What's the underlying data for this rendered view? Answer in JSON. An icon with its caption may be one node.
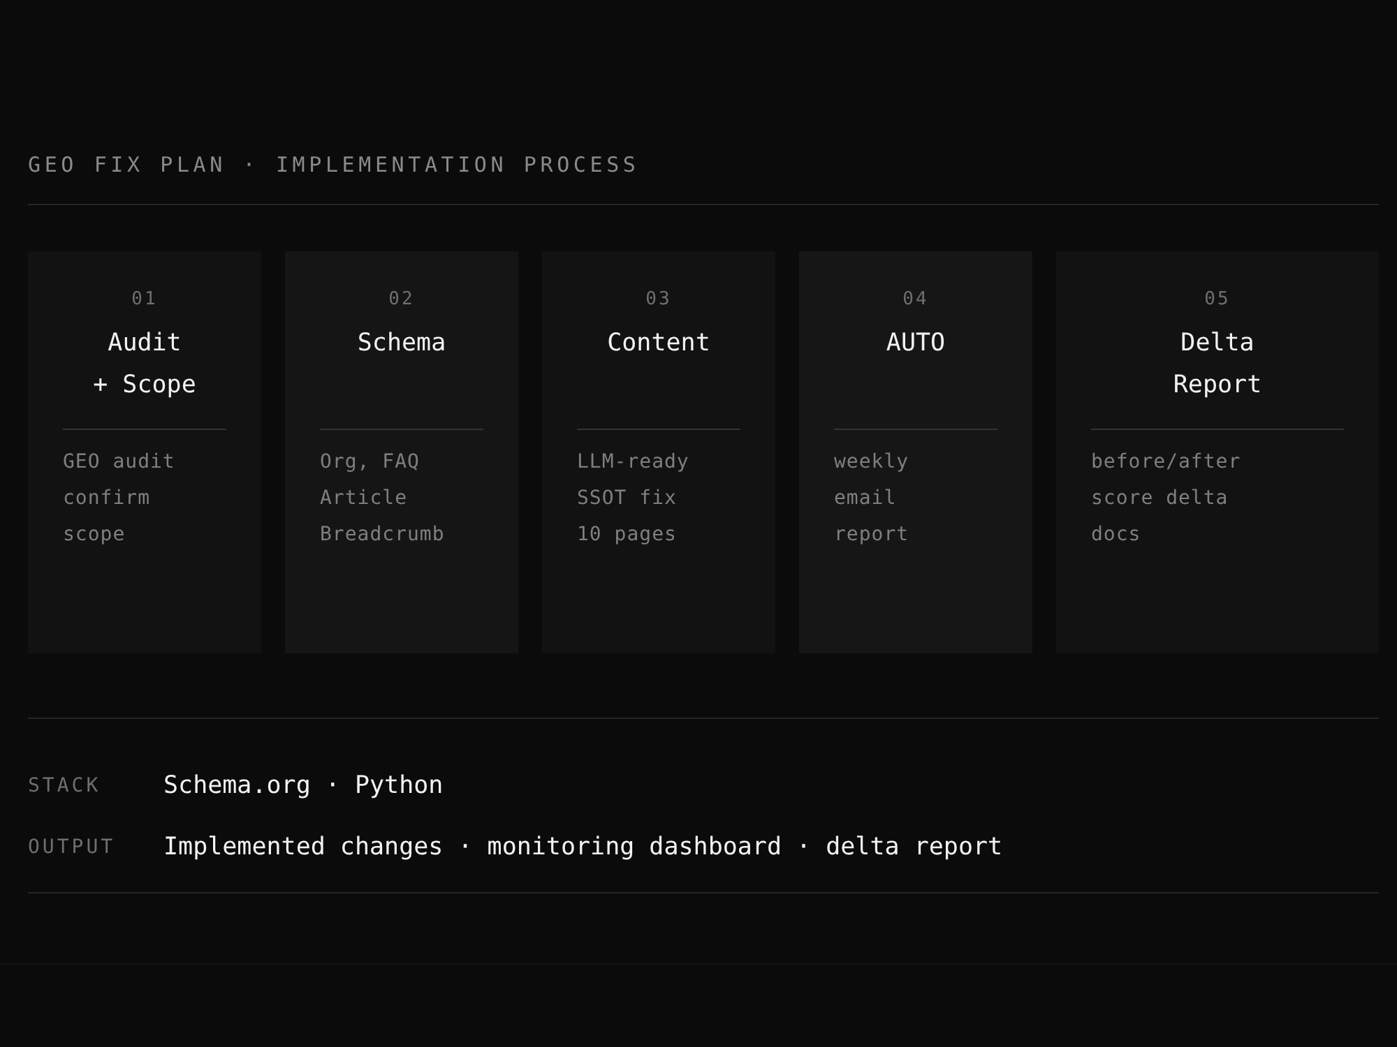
{
  "diagram": {
    "title": "GEO FIX PLAN · IMPLEMENTATION PROCESS",
    "nodes": [
      {
        "text": [
          "01",
          "Audit + Scope",
          "GEO audit",
          "confirm",
          "scope"
        ]
      },
      {
        "text": [
          "02",
          "Schema",
          "Org, FAQ",
          "Article",
          "Breadcrumb"
        ]
      },
      {
        "text": [
          "03",
          "Content",
          "LLM-ready",
          "SSOT fix",
          "10 pages"
        ]
      },
      {
        "text": [
          "04",
          "AUTO",
          "weekly",
          "email",
          "report"
        ]
      },
      {
        "text": [
          "05",
          "Delta Report",
          "before/after",
          "score delta",
          "docs"
        ]
      }
    ],
    "labels": [
      "STACK",
      "Schema.org · Python",
      "OUTPUT",
      "Implemented changes · monitoring dashboard · delta report"
    ]
  }
}
